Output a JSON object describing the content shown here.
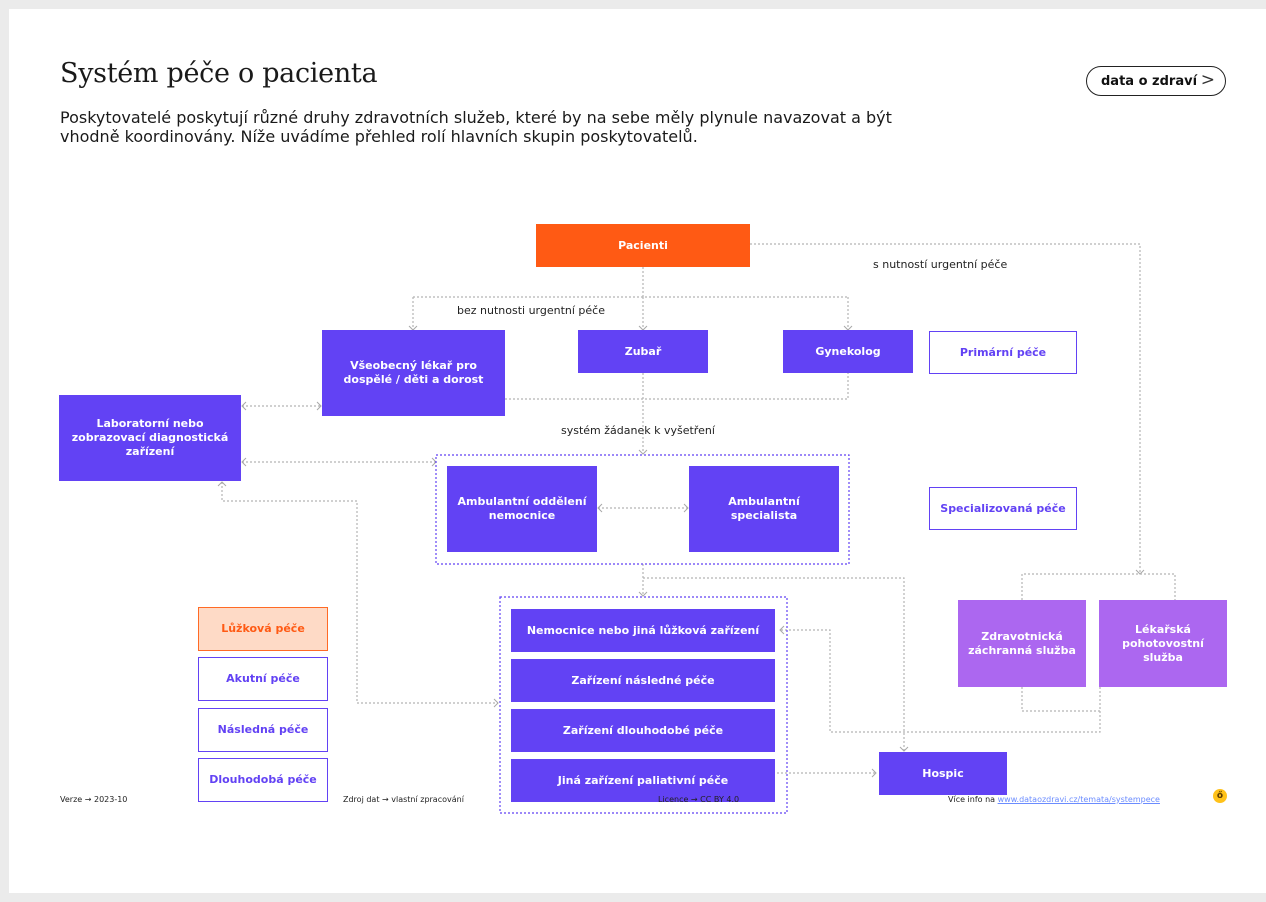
{
  "header": {
    "title": "Systém péče o pacienta",
    "intro": "Poskytovatelé poskytují různé druhy zdravotních služeb, které by na sebe měly plynule navazovat a být vhodně koordinovány. Níže uvádíme přehled rolí hlavních skupin poskytovatelů.",
    "link_label": "data o zdraví",
    "link_chevron": ">"
  },
  "diagram": {
    "nodes": {
      "patients": "Pacienti",
      "gp": "Všeobecný lékař pro dospělé / děti a dorost",
      "dentist": "Zubař",
      "gynecologist": "Gynekolog",
      "lab": "Laboratorní nebo zobrazovací diagnostická zařízení",
      "hospital_outpatient": "Ambulantní oddělení nemocnice",
      "outpatient_specialist": "Ambulantní specialista",
      "hospital": "Nemocnice nebo jiná lůžková zařízení",
      "followup": "Zařízení následné péče",
      "longterm": "Zařízení dlouhodobé péče",
      "palliative": "Jiná zařízení paliativní péče",
      "ems": "Zdravotnická záchranná služba",
      "emergency": "Lékařská pohotovostní služba",
      "hospice": "Hospic"
    },
    "labels": {
      "urgent": "s nutností urgentní péče",
      "non_urgent": "bez nutnosti urgentní péče",
      "referral": "systém žádanek k vyšetření"
    },
    "categories": {
      "primary": "Primární péče",
      "specialized": "Specializovaná péče"
    },
    "legend": {
      "inpatient": "Lůžková péče",
      "acute": "Akutní péče",
      "followup": "Následná péče",
      "longterm": "Dlouhodobá péče"
    }
  },
  "footer": {
    "version": "Verze → 2023-10",
    "source": "Zdroj dat → vlastní zpracování",
    "license": "Licence → CC BY 4.0",
    "more_info": "Více info na",
    "more_info_url": "www.dataozdravi.cz/temata/systempece",
    "logo_glyph": "ő"
  },
  "colors": {
    "purple": "#6242f4",
    "violet": "#ac67f0",
    "orange": "#ff5a14",
    "connector": "#b5b5b5",
    "group_border": "#6242f4"
  }
}
